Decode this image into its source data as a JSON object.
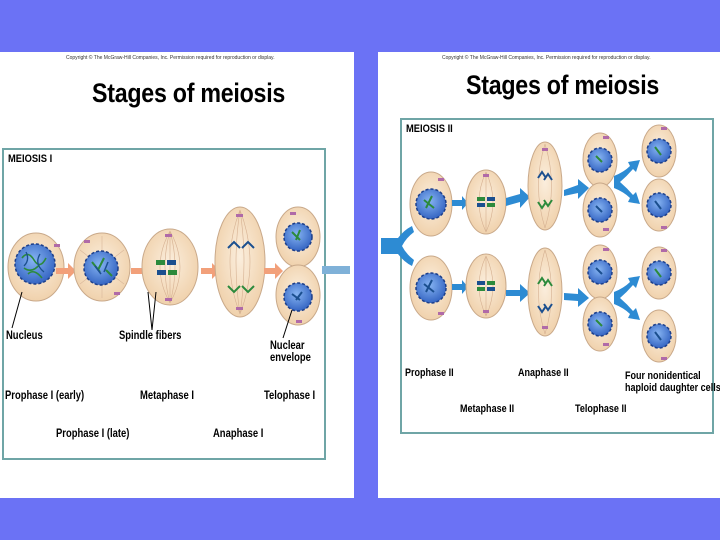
{
  "left": {
    "copyright": "Copyright © The McGraw-Hill Companies, Inc. Permission required for reproduction or display.",
    "title": "Stages of meiosis",
    "box_label": "MEIOSIS I",
    "callouts": {
      "nucleus": "Nucleus",
      "spindle": "Spindle fibers",
      "envelope_1": "Nuclear",
      "envelope_2": "envelope"
    },
    "stages": {
      "prophase_early": "Prophase I (early)",
      "metaphase": "Metaphase I",
      "telophase": "Telophase I",
      "prophase_late": "Prophase I (late)",
      "anaphase": "Anaphase I"
    }
  },
  "right": {
    "copyright": "Copyright © The McGraw-Hill Companies, Inc. Permission required for reproduction or display.",
    "title": "Stages of meiosis",
    "box_label": "MEIOSIS II",
    "stages": {
      "prophase": "Prophase II",
      "anaphase": "Anaphase II",
      "four_cells_1": "Four nonidentical",
      "four_cells_2": "haploid daughter cells",
      "metaphase": "Metaphase II",
      "telophase": "Telophase II"
    }
  },
  "colors": {
    "background": "#6b72f5",
    "box_border": "#6fa5a6",
    "cell_fill": "#f6dcc0",
    "cell_border": "#c9a98a",
    "nucleus_fill": "#3f6fd0",
    "arrow_salmon": "#f2a07a",
    "arrow_blue": "#3a8ad6"
  }
}
